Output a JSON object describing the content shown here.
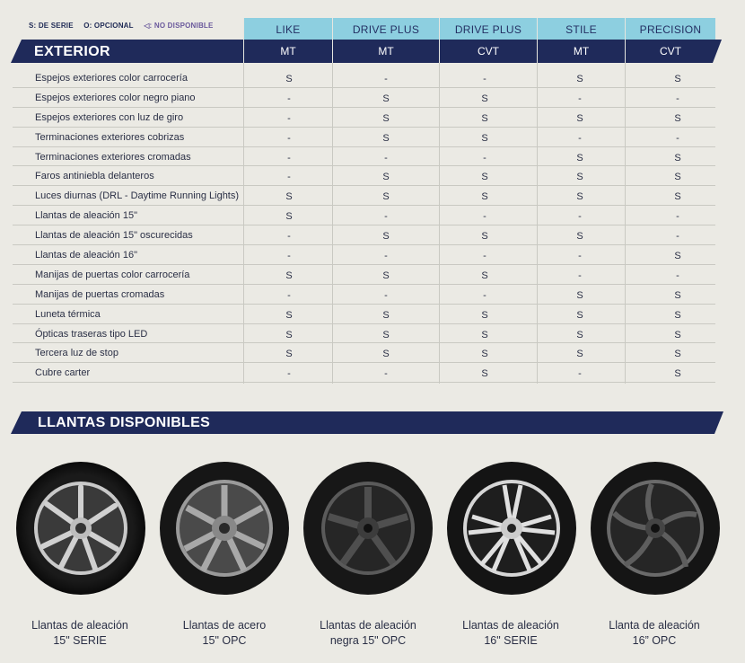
{
  "legend": {
    "serie": "S: DE SERIE",
    "opcional": "O: OPCIONAL",
    "no_disponible": "◁: NO DISPONIBLE"
  },
  "section_exterior": "EXTERIOR",
  "versions": [
    {
      "name": "LIKE",
      "trans": "MT"
    },
    {
      "name": "DRIVE PLUS",
      "trans": "MT"
    },
    {
      "name": "DRIVE PLUS",
      "trans": "CVT"
    },
    {
      "name": "STILE",
      "trans": "MT"
    },
    {
      "name": "PRECISION",
      "trans": "CVT"
    }
  ],
  "features": [
    {
      "name": "Espejos exteriores color carrocería",
      "values": [
        "S",
        "-",
        "-",
        "S",
        "S"
      ]
    },
    {
      "name": "Espejos exteriores color negro piano",
      "values": [
        "-",
        "S",
        "S",
        "-",
        "-"
      ]
    },
    {
      "name": "Espejos exteriores con luz de giro",
      "values": [
        "-",
        "S",
        "S",
        "S",
        "S"
      ]
    },
    {
      "name": "Terminaciones exteriores cobrizas",
      "values": [
        "-",
        "S",
        "S",
        "-",
        "-"
      ]
    },
    {
      "name": "Terminaciones exteriores cromadas",
      "values": [
        "-",
        "-",
        "-",
        "S",
        "S"
      ]
    },
    {
      "name": "Faros antiniebla delanteros",
      "values": [
        "-",
        "S",
        "S",
        "S",
        "S"
      ]
    },
    {
      "name": "Luces diurnas (DRL - Daytime Running Lights)",
      "values": [
        "S",
        "S",
        "S",
        "S",
        "S"
      ]
    },
    {
      "name": "Llantas de aleación 15\"",
      "values": [
        "S",
        "-",
        "-",
        "-",
        "-"
      ]
    },
    {
      "name": "Llantas de aleación 15\" oscurecidas",
      "values": [
        "-",
        "S",
        "S",
        "S",
        "-"
      ]
    },
    {
      "name": "Llantas de aleación 16\"",
      "values": [
        "-",
        "-",
        "-",
        "-",
        "S"
      ]
    },
    {
      "name": "Manijas de puertas color carrocería",
      "values": [
        "S",
        "S",
        "S",
        "-",
        "-"
      ]
    },
    {
      "name": "Manijas de puertas cromadas",
      "values": [
        "-",
        "-",
        "-",
        "S",
        "S"
      ]
    },
    {
      "name": "Luneta térmica",
      "values": [
        "S",
        "S",
        "S",
        "S",
        "S"
      ]
    },
    {
      "name": "Ópticas traseras tipo LED",
      "values": [
        "S",
        "S",
        "S",
        "S",
        "S"
      ]
    },
    {
      "name": "Tercera luz de stop",
      "values": [
        "S",
        "S",
        "S",
        "S",
        "S"
      ]
    },
    {
      "name": "Cubre carter",
      "values": [
        "-",
        "-",
        "S",
        "-",
        "S"
      ]
    }
  ],
  "section_llantas": "LLANTAS DISPONIBLES",
  "wheels": [
    {
      "line1": "Llantas de aleación",
      "line2": "15\" SERIE"
    },
    {
      "line1": "Llantas de acero",
      "line2": "15\" OPC"
    },
    {
      "line1": "Llantas de aleación",
      "line2": "negra 15\" OPC"
    },
    {
      "line1": "Llantas de aleación",
      "line2": "16\" SERIE"
    },
    {
      "line1": "Llanta de aleación",
      "line2": "16” OPC"
    }
  ]
}
